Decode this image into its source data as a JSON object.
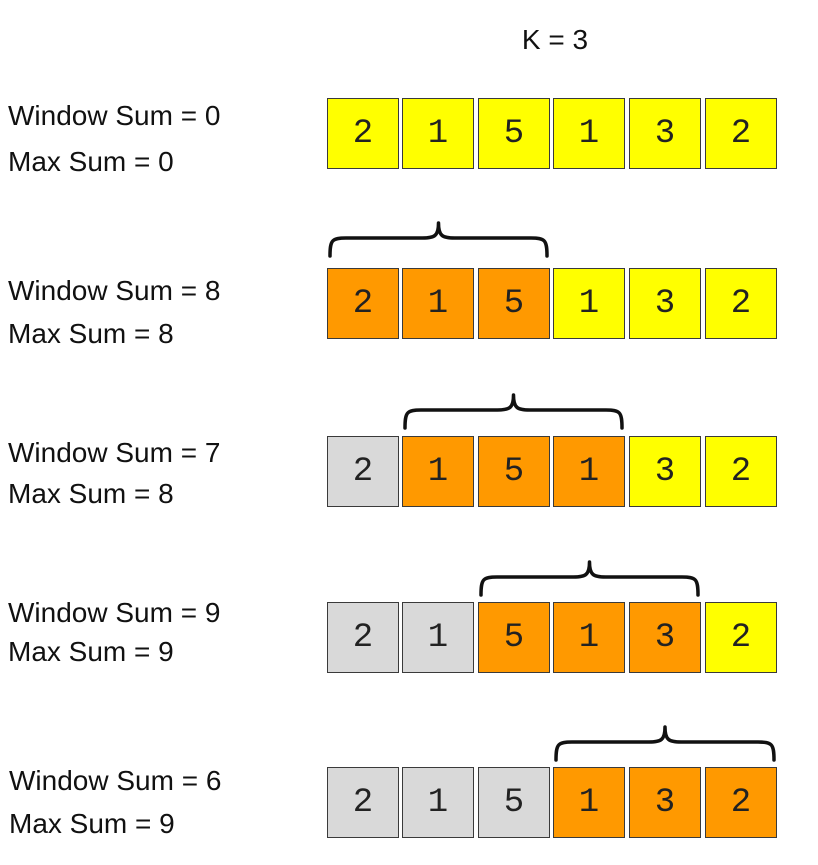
{
  "k_label": "K = 3",
  "array": [
    "2",
    "1",
    "5",
    "1",
    "3",
    "2"
  ],
  "colors": {
    "unvisited": "#ffff00",
    "window": "#ff9900",
    "passed": "#d9d9d9"
  },
  "rows": [
    {
      "window_sum_label": "Window Sum = 0",
      "max_sum_label": "Max Sum = 0",
      "states": [
        "unvisited",
        "unvisited",
        "unvisited",
        "unvisited",
        "unvisited",
        "unvisited"
      ],
      "window": null
    },
    {
      "window_sum_label": "Window Sum = 8",
      "max_sum_label": "Max Sum = 8",
      "states": [
        "window",
        "window",
        "window",
        "unvisited",
        "unvisited",
        "unvisited"
      ],
      "window": [
        0,
        2
      ]
    },
    {
      "window_sum_label": "Window Sum = 7",
      "max_sum_label": "Max Sum = 8",
      "states": [
        "passed",
        "window",
        "window",
        "window",
        "unvisited",
        "unvisited"
      ],
      "window": [
        1,
        3
      ]
    },
    {
      "window_sum_label": "Window Sum = 9",
      "max_sum_label": "Max Sum = 9",
      "states": [
        "passed",
        "passed",
        "window",
        "window",
        "window",
        "unvisited"
      ],
      "window": [
        2,
        4
      ]
    },
    {
      "window_sum_label": "Window Sum = 6",
      "max_sum_label": "Max Sum = 9",
      "states": [
        "passed",
        "passed",
        "passed",
        "window",
        "window",
        "window"
      ],
      "window": [
        3,
        5
      ]
    }
  ]
}
